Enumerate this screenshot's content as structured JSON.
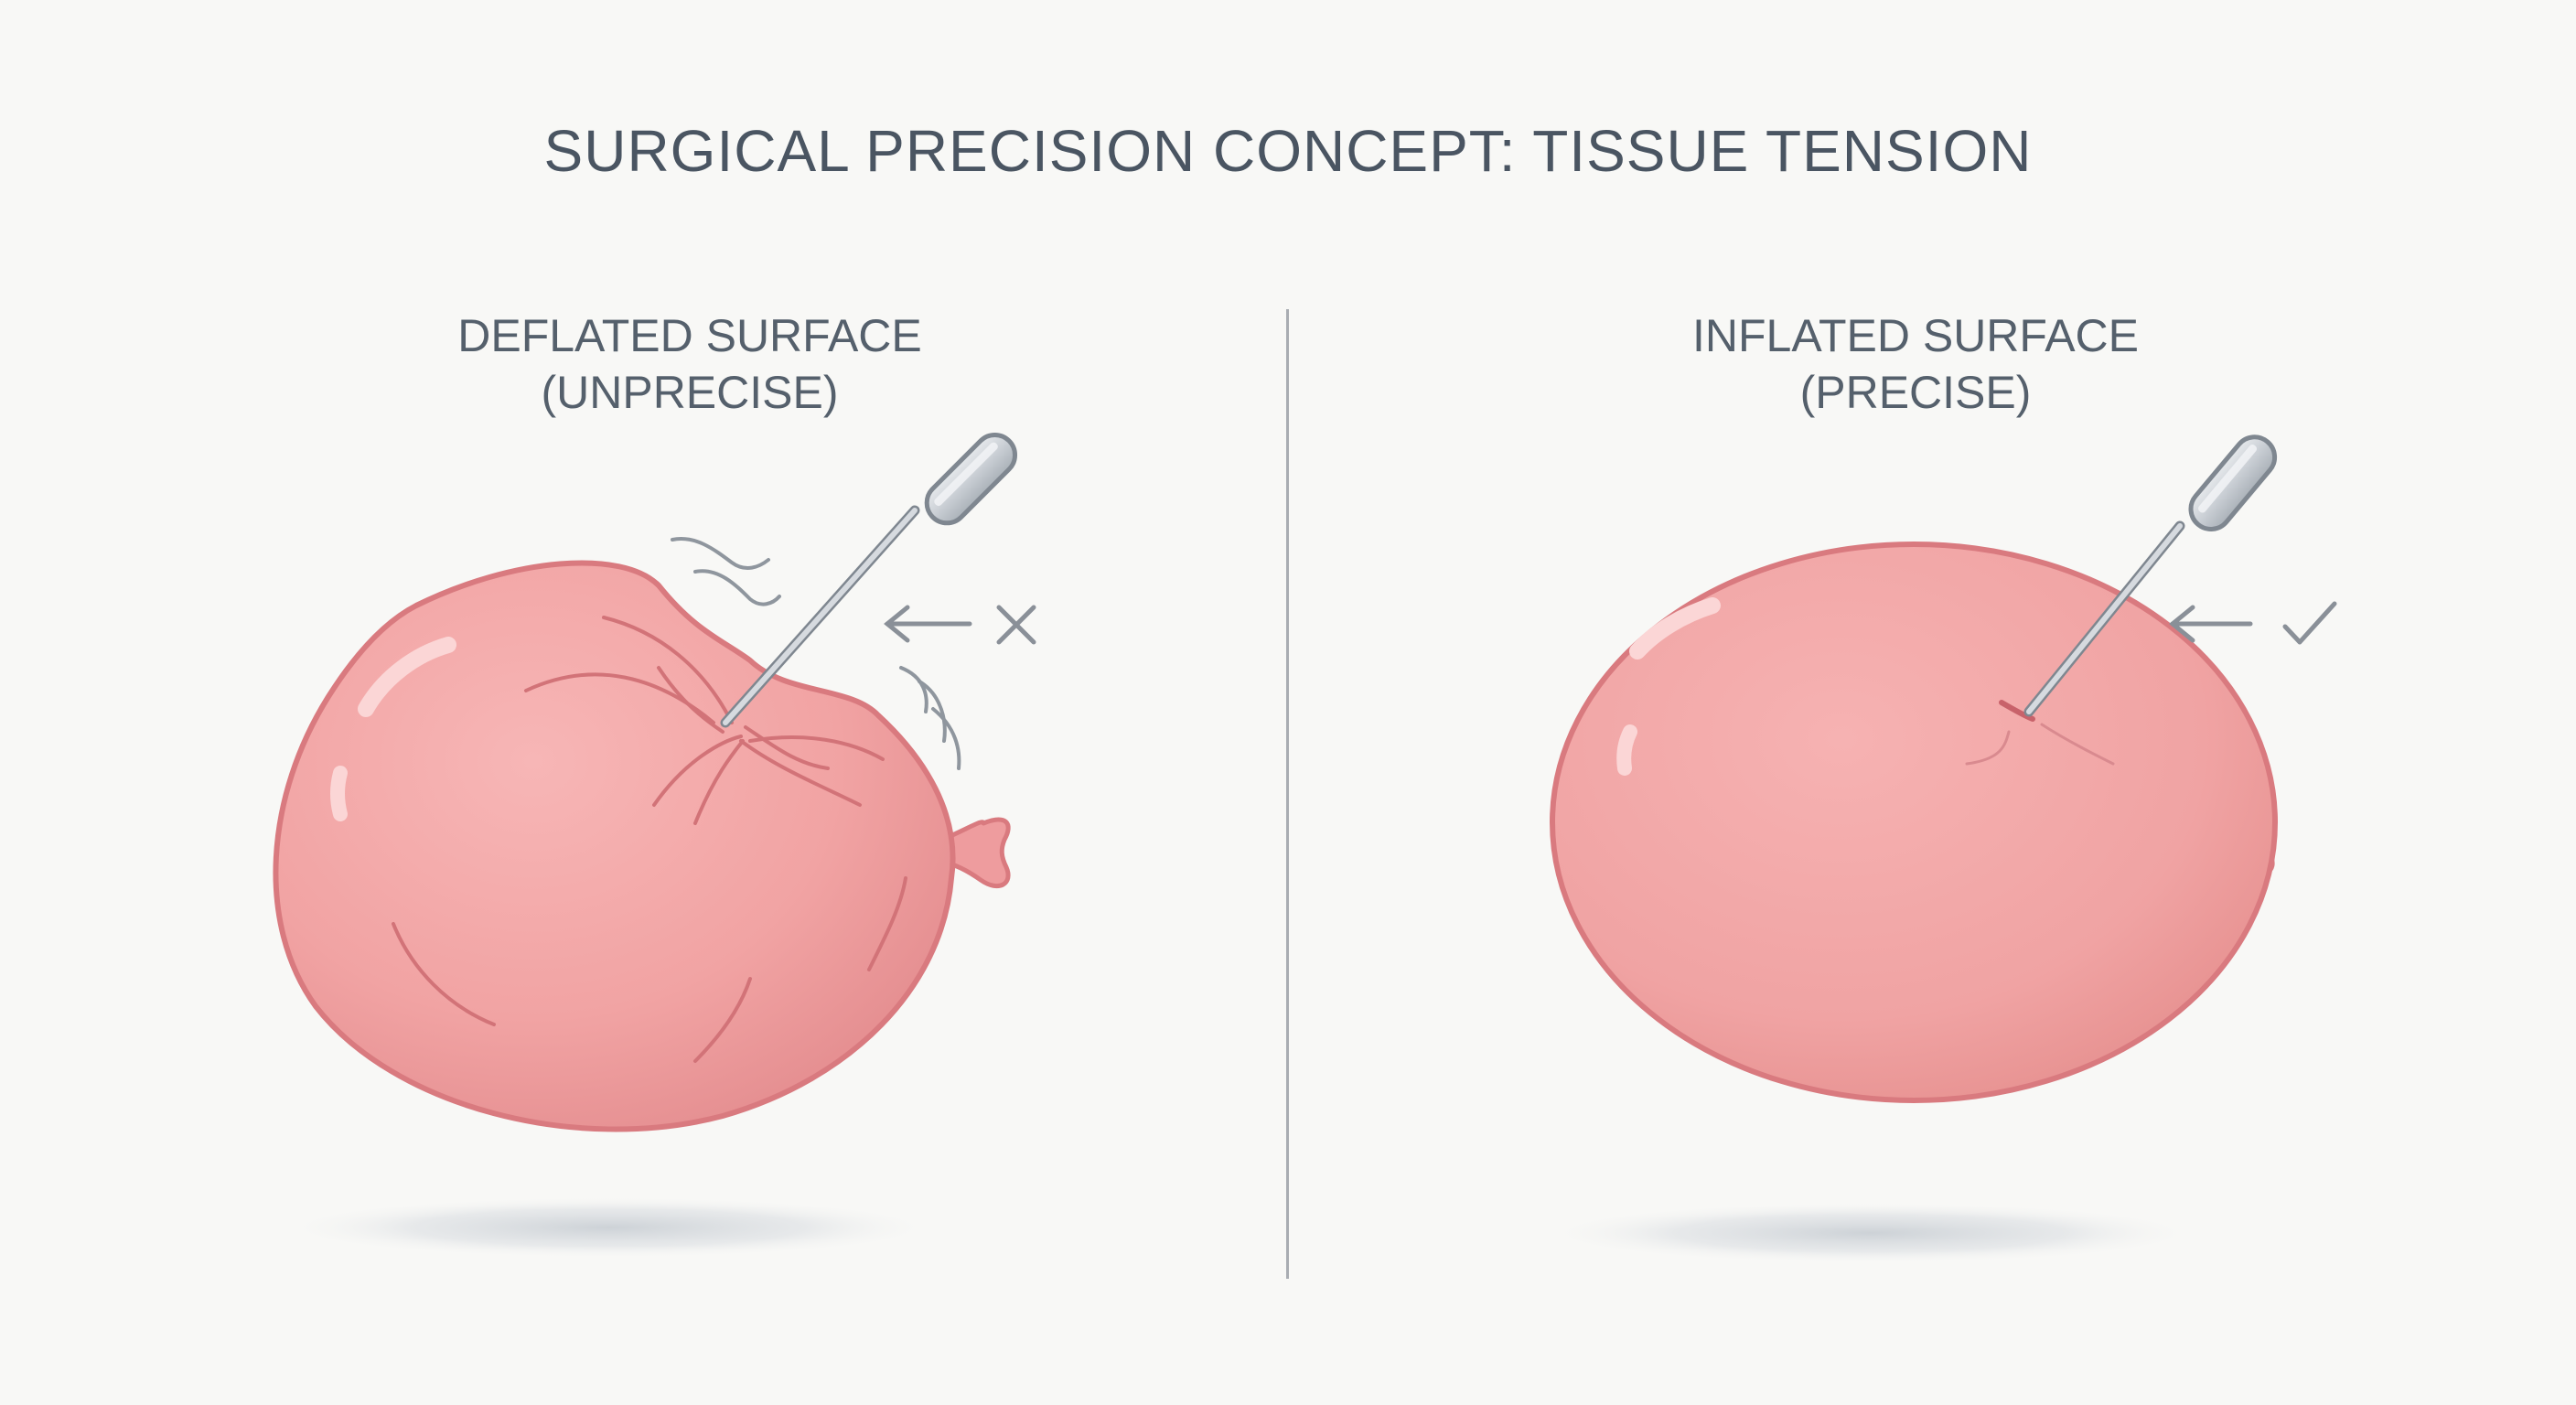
{
  "title": "SURGICAL PRECISION CONCEPT: TISSUE TENSION",
  "panels": [
    {
      "id": "left",
      "label_line1": "DEFLATED SURFACE",
      "label_line2": "(UNPRECISE)",
      "status_icon": "cross-icon"
    },
    {
      "id": "right",
      "label_line1": "INFLATED SURFACE",
      "label_line2": "(PRECISE)",
      "status_icon": "checkmark-icon"
    }
  ],
  "colors": {
    "balloon_fill": "#f0a3a3",
    "balloon_outline": "#d97a7f",
    "instrument": "#c9ced4",
    "instrument_outline": "#7f8790",
    "text": "#4a5562",
    "divider": "#a9adb2"
  }
}
